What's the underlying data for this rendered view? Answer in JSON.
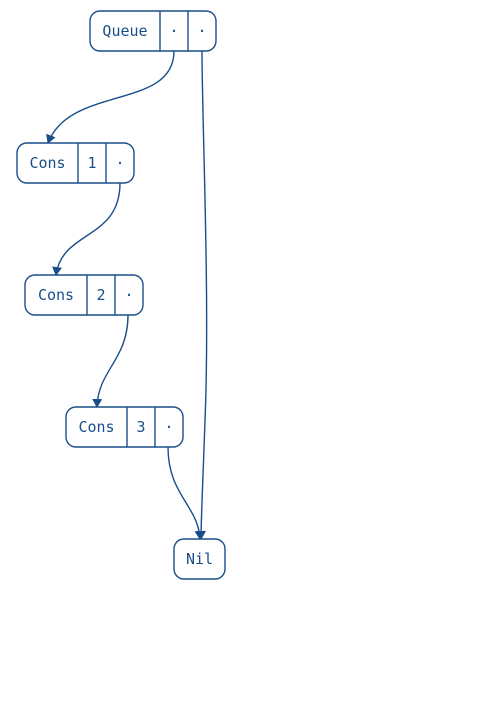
{
  "colors": {
    "stroke": "#1a4e8a",
    "text": "#1a4e8a",
    "background": "#ffffff"
  },
  "nodes": [
    {
      "id": "queue",
      "cells": [
        "Queue",
        "·",
        "·"
      ]
    },
    {
      "id": "cons1",
      "cells": [
        "Cons",
        "1",
        "·"
      ]
    },
    {
      "id": "cons2",
      "cells": [
        "Cons",
        "2",
        "·"
      ]
    },
    {
      "id": "cons3",
      "cells": [
        "Cons",
        "3",
        "·"
      ]
    },
    {
      "id": "nil",
      "cells": [
        "Nil"
      ]
    }
  ],
  "edges": [
    {
      "from": "queue",
      "from_cell": 1,
      "to": "cons1"
    },
    {
      "from": "queue",
      "from_cell": 2,
      "to": "nil"
    },
    {
      "from": "cons1",
      "from_cell": 2,
      "to": "cons2"
    },
    {
      "from": "cons2",
      "from_cell": 2,
      "to": "cons3"
    },
    {
      "from": "cons3",
      "from_cell": 2,
      "to": "nil"
    }
  ]
}
